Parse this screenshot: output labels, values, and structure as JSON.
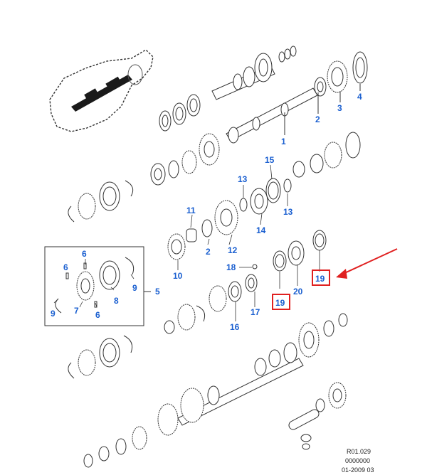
{
  "colors": {
    "label": "#1a5fd0",
    "highlight": "#e02020",
    "line": "#333333",
    "part_fill": "#ffffff",
    "shaft_dark": "#1a1a1a"
  },
  "callouts": {
    "c1": "1",
    "c2a": "2",
    "c2b": "2",
    "c3": "3",
    "c4": "4",
    "c5": "5",
    "c6a": "6",
    "c6b": "6",
    "c6c": "6",
    "c7": "7",
    "c8": "8",
    "c9a": "9",
    "c9b": "9",
    "c10": "10",
    "c11": "11",
    "c12": "12",
    "c13a": "13",
    "c13b": "13",
    "c14": "14",
    "c15": "15",
    "c16": "16",
    "c17": "17",
    "c18": "18",
    "c19a": "19",
    "c19b": "19",
    "c20": "20"
  },
  "reference": {
    "line1": "R01.029",
    "line2": "0000000",
    "line3": "01-2009 03"
  }
}
